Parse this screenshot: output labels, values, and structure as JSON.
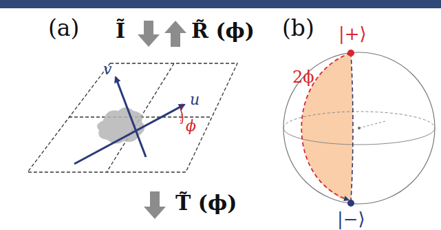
{
  "diagram": {
    "labels": [
      "(a)",
      "Ĩ",
      "R̃ (ϕ)",
      "v",
      "u",
      "ϕ",
      "T̃ (ϕ)",
      "(b)",
      "|+⟩",
      "2ϕ",
      "|−⟩"
    ]
  }
}
